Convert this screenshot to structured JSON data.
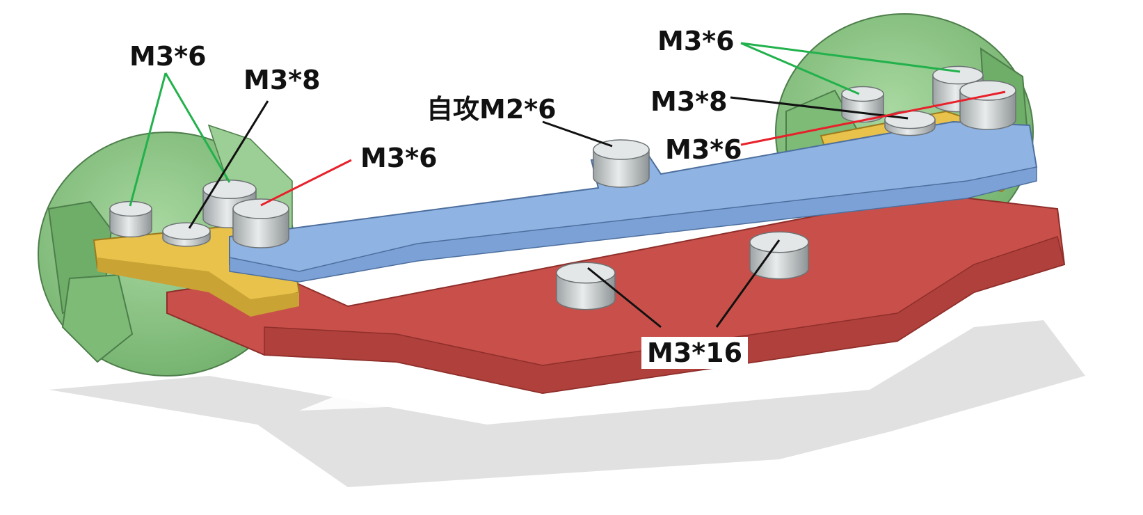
{
  "colors": {
    "green_mount": "#8fc98a",
    "green_mount_dark": "#5e9e5a",
    "yellow_plate": "#e8c24a",
    "blue_plate": "#8fb3e3",
    "red_plate": "#c9504a",
    "screw_metal": "#cfd3d4",
    "shadow": "#d9d9d9",
    "leader_green": "#22b14c",
    "leader_red": "#e8202a",
    "leader_black": "#111111"
  },
  "labels": {
    "left_m3x6_top": "M3*6",
    "left_m3x8": "M3*8",
    "left_m3x6_red": "M3*6",
    "center_self_tap": "自攻M2*6",
    "right_m3x6_top": "M3*6",
    "right_m3x8": "M3*8",
    "right_m3x6_red": "M3*6",
    "bottom_m3x16": "M3*16"
  }
}
